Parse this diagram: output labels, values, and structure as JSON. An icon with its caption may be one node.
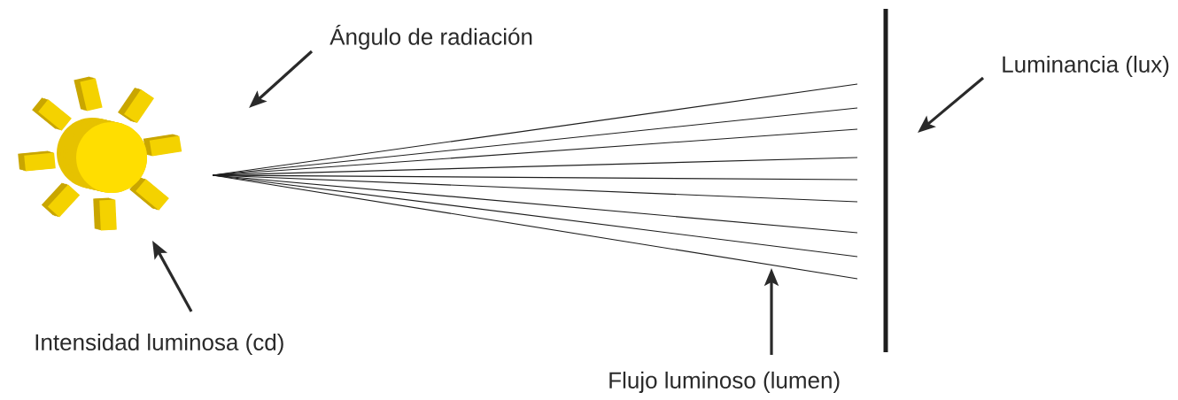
{
  "diagram": {
    "nodes": [
      {
        "text": [],
        "shape": "picture"
      },
      {
        "text": [
          "Ángulo de radiación"
        ]
      },
      {
        "text": [],
        "shape": "picture"
      },
      {
        "text": [],
        "shape": "bar"
      },
      {
        "text": [
          "Luminancia (lux)"
        ]
      },
      {
        "text": [
          "Intensidad luminosa (cd)"
        ]
      },
      {
        "text": [
          "Flujo luminoso (lumen)"
        ]
      }
    ],
    "edges": [
      {
        "from": 1,
        "to": 2,
        "arrow": "to"
      },
      {
        "from": 4,
        "to": 3,
        "arrow": "to"
      },
      {
        "from": 5,
        "to": 0,
        "arrow": "to"
      },
      {
        "from": 6,
        "to": 2,
        "arrow": "to"
      }
    ]
  }
}
